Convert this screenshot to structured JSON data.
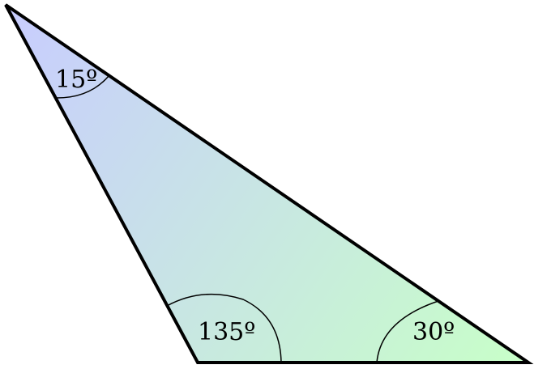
{
  "diagram": {
    "angles": [
      {
        "id": "top",
        "label": "15º"
      },
      {
        "id": "bottom-left",
        "label": "135º"
      },
      {
        "id": "bottom-right",
        "label": "30º"
      }
    ],
    "colors": {
      "gradient_start": "#c8ccff",
      "gradient_end": "#c8ffc8",
      "stroke": "#000000"
    }
  }
}
